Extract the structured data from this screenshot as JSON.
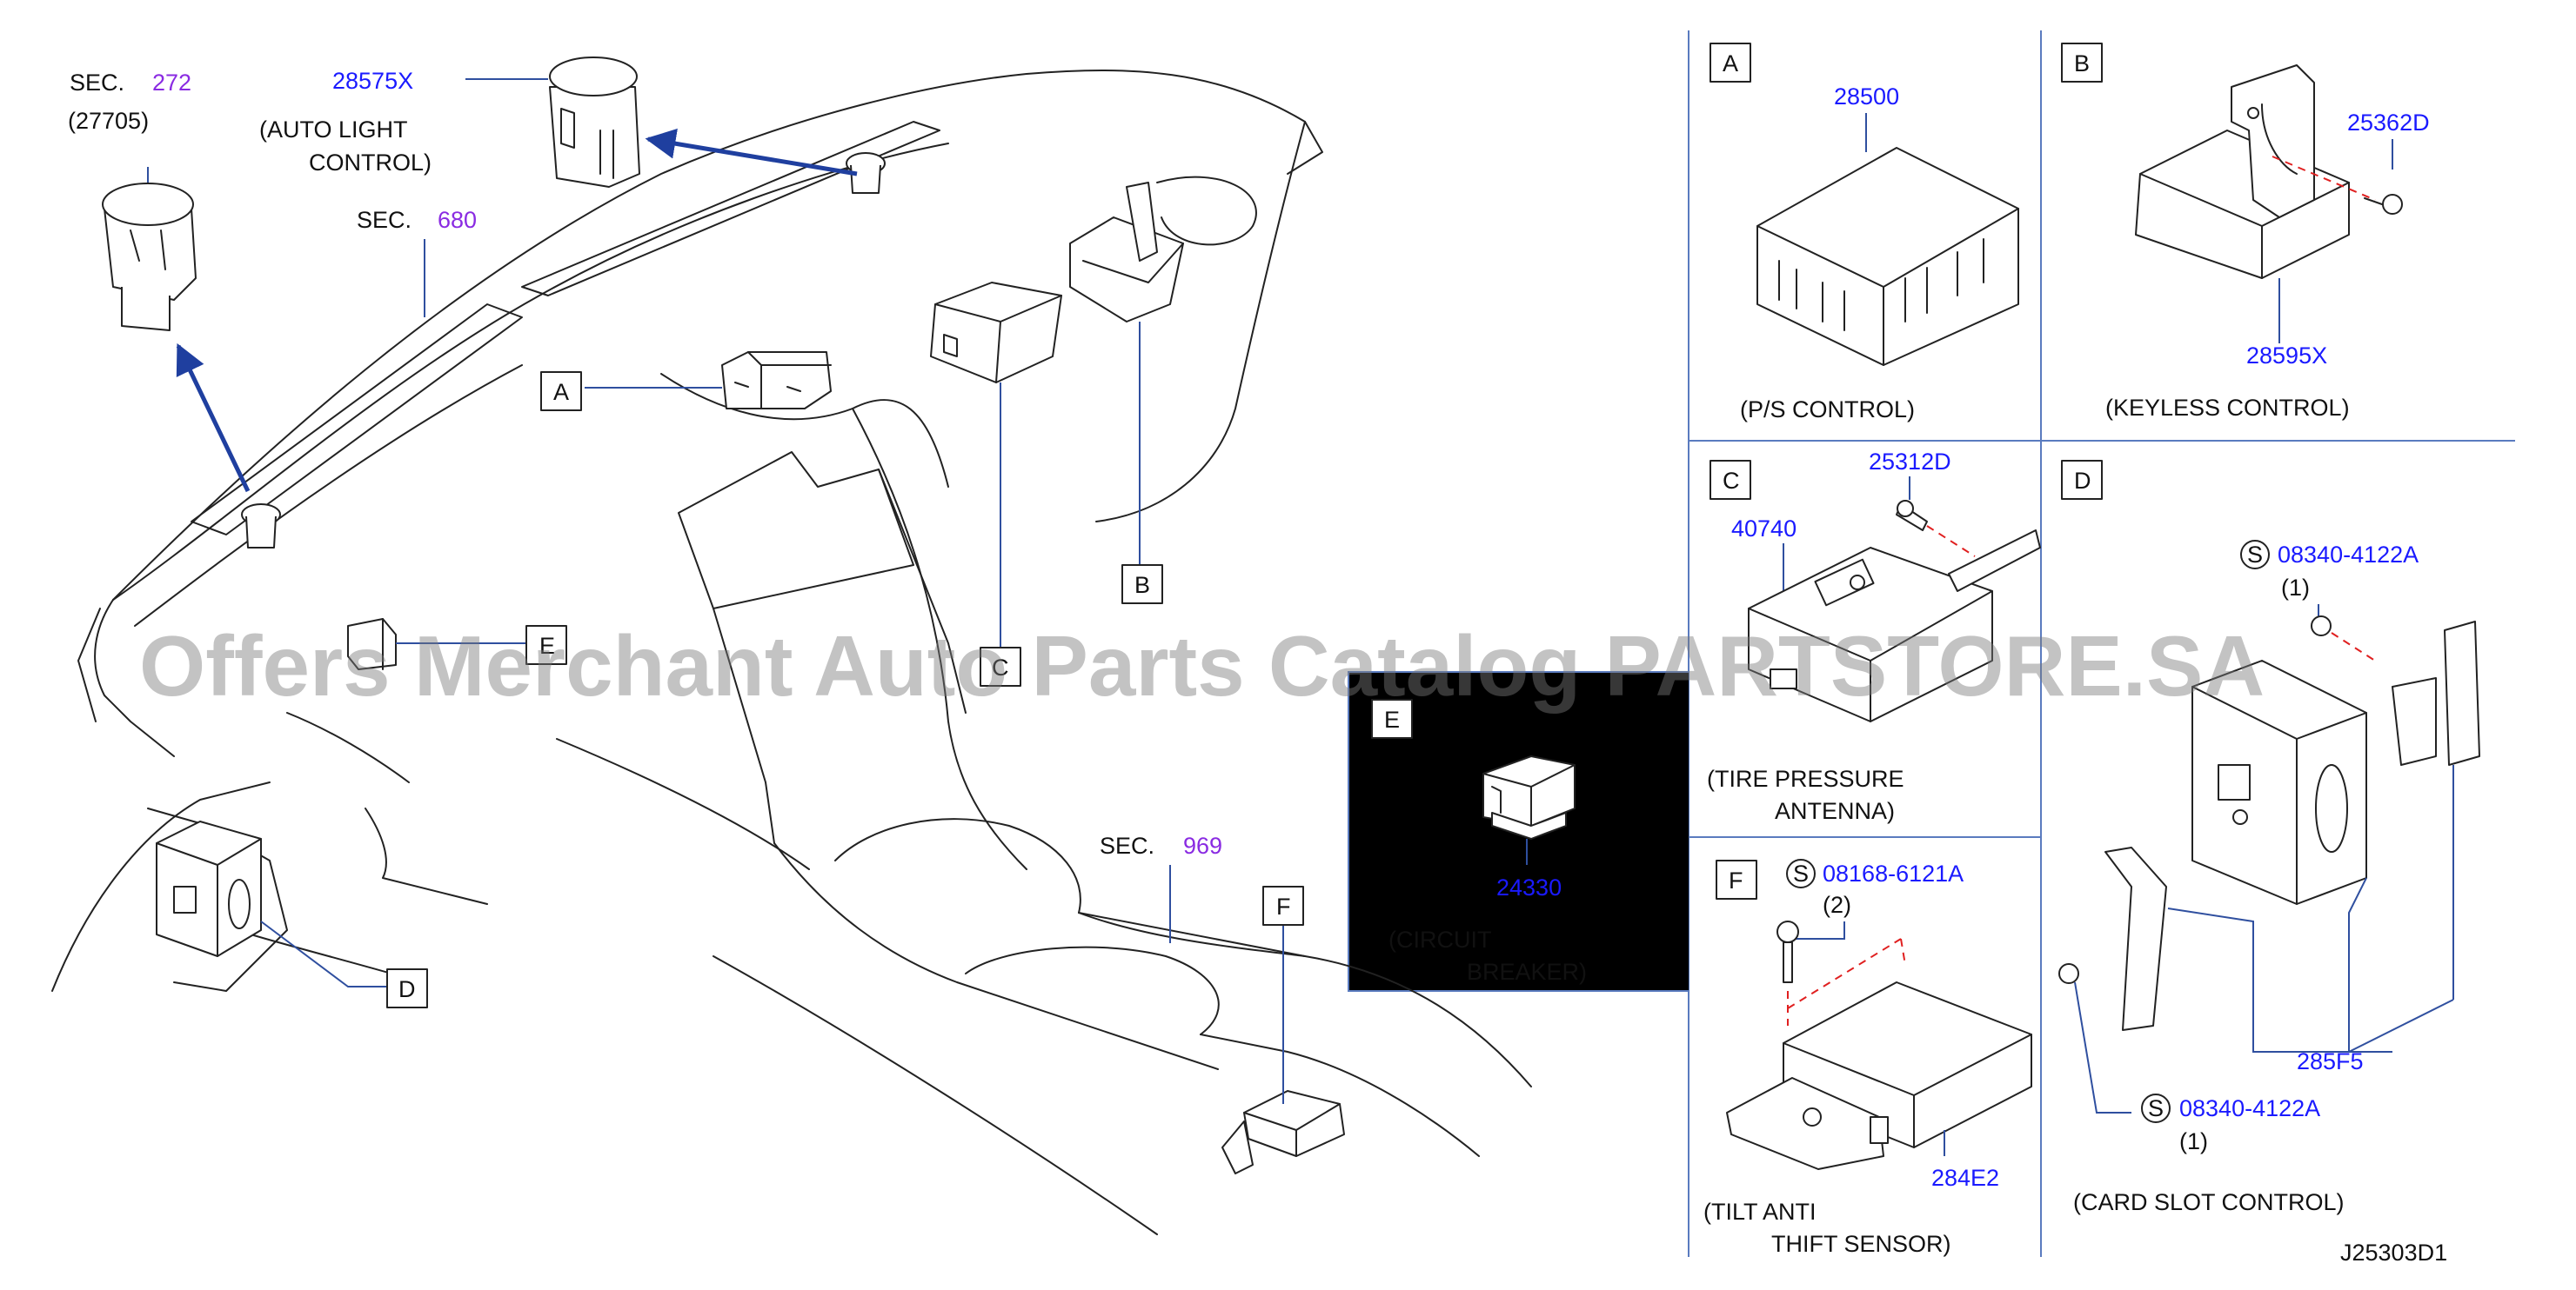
{
  "diagram_code": "J25303D1",
  "watermark": "Offers Merchant Auto Parts Catalog PARTSTORE.SA",
  "colors": {
    "part_number": "#1a1aff",
    "section_ref": "#8a2be2",
    "leader": "#2f4f9f",
    "arrow": "#1f3f9f",
    "dashed": "#e02020"
  },
  "main_view": {
    "sec_272_prefix": "SEC.",
    "sec_272_num": "272",
    "sec_272_sub": "(27705)",
    "sec_680_prefix": "SEC.",
    "sec_680_num": "680",
    "auto_light_pn": "28575X",
    "auto_light_line1": "(AUTO   LIGHT",
    "auto_light_line2": "CONTROL)",
    "sec_969_prefix": "SEC.",
    "sec_969_num": "969",
    "callout_a": "A",
    "callout_b": "B",
    "callout_c": "C",
    "callout_d": "D",
    "callout_e": "E",
    "callout_f": "F"
  },
  "panel_e": {
    "letter": "E",
    "part_number": "24330",
    "desc_line1": "(CIRCUIT",
    "desc_line2": "BREAKER)"
  },
  "panel_a": {
    "letter": "A",
    "part_number": "28500",
    "desc": "(P/S   CONTROL)"
  },
  "panel_b": {
    "letter": "B",
    "screw_pn": "25362D",
    "part_number": "28595X",
    "desc": "(KEYLESS   CONTROL)"
  },
  "panel_c": {
    "letter": "C",
    "screw_pn": "25312D",
    "part_number": "40740",
    "desc_line1": "(TIRE   PRESSURE",
    "desc_line2": "ANTENNA)"
  },
  "panel_d": {
    "letter": "D",
    "std_marker": "S",
    "bolt1_pn": "08340-4122A",
    "bolt1_qty": "(1)",
    "part_number": "285F5",
    "bolt2_pn": "08340-4122A",
    "bolt2_qty": "(1)",
    "desc": "(CARD   SLOT   CONTROL)"
  },
  "panel_f": {
    "letter": "F",
    "std_marker": "S",
    "bolt_pn": "08168-6121A",
    "bolt_qty": "(2)",
    "part_number": "284E2",
    "desc_line1": "(TILT   ANTI",
    "desc_line2": "THIFT   SENSOR)"
  }
}
